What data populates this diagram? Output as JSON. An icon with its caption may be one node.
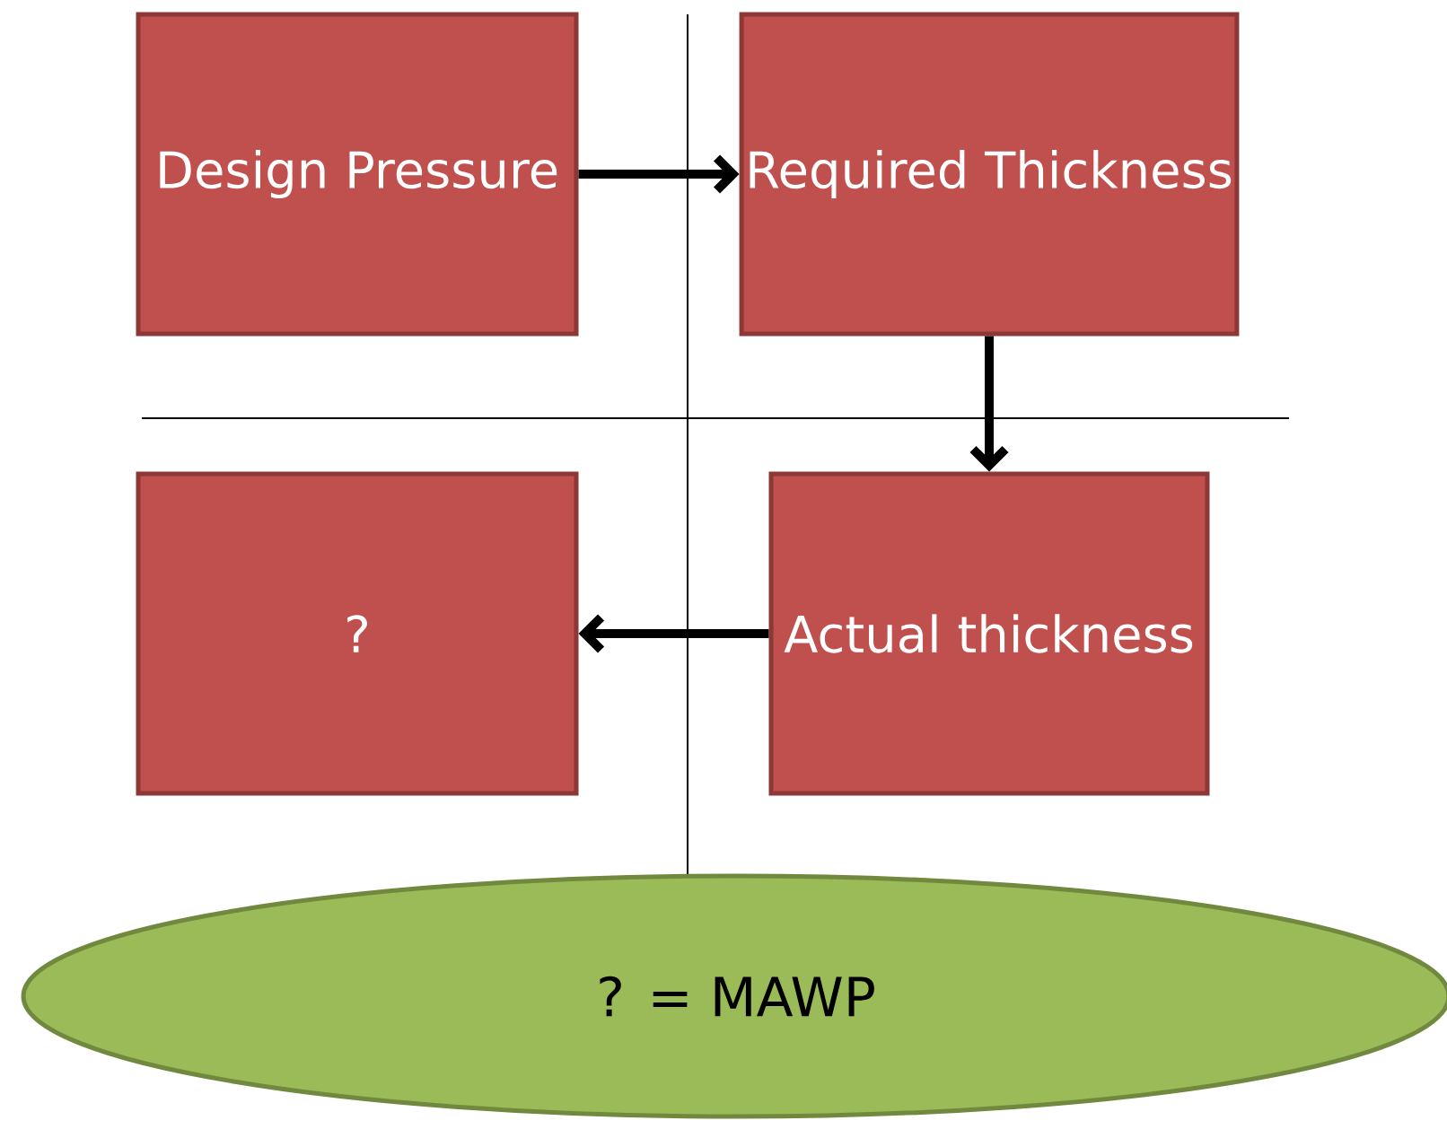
{
  "diagram": {
    "nodes": [
      {
        "text": [
          "Design Pressure"
        ]
      },
      {
        "text": [
          "Required Thickness"
        ]
      },
      {
        "text": [
          "?"
        ]
      },
      {
        "text": [
          "Actual thickness"
        ]
      },
      {
        "text": [
          "? = MAWP"
        ]
      }
    ],
    "edges": [
      {
        "from": 0,
        "to": 1,
        "arrow": "to"
      },
      {
        "from": 1,
        "to": 3,
        "arrow": "to"
      },
      {
        "from": 3,
        "to": 2,
        "arrow": "to"
      }
    ]
  }
}
